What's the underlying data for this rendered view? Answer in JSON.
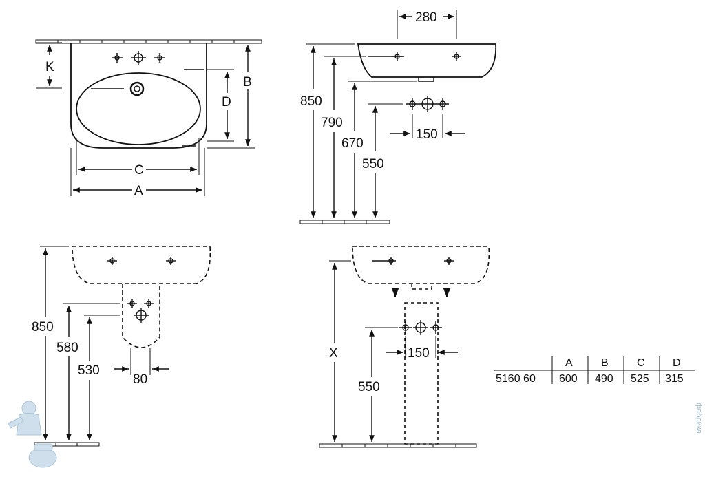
{
  "views": {
    "top": {
      "labels": {
        "k": "K",
        "b": "B",
        "d": "D",
        "c": "C",
        "a": "A"
      }
    },
    "side": {
      "dims": {
        "d280": "280",
        "d850": "850",
        "d790": "790",
        "d670": "670",
        "d550": "550",
        "d150": "150"
      }
    },
    "semi_pedestal": {
      "dims": {
        "d850": "850",
        "d580": "580",
        "d530": "530",
        "d80": "80"
      }
    },
    "pedestal": {
      "dims": {
        "x": "X",
        "d550": "550",
        "d150": "150"
      }
    }
  },
  "table": {
    "headers": [
      "A",
      "B",
      "C",
      "D"
    ],
    "row": {
      "code": "5160 60",
      "values": [
        "600",
        "490",
        "525",
        "315"
      ]
    }
  },
  "watermark": "фабрика"
}
